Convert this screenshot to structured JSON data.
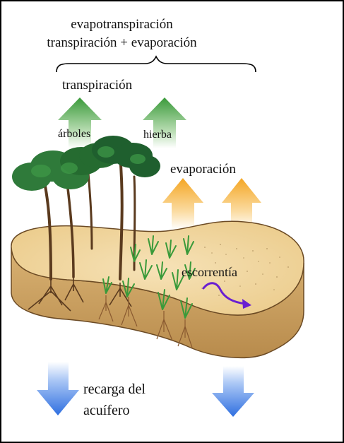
{
  "header": {
    "line1": "evapotranspiración",
    "line2": "transpiración + evaporación"
  },
  "labels": {
    "transpiration": "transpiración",
    "trees": "árboles",
    "grass": "hierba",
    "evaporation": "evaporación",
    "runoff": "escorrentía",
    "recharge_line1": "recarga del",
    "recharge_line2": "acuífero"
  },
  "colors": {
    "transpiration_arrow": "#3a9a3a",
    "evaporation_arrow": "#f4a623",
    "recharge_arrow": "#2f6fe0",
    "runoff_arrow": "#6a1fd1",
    "soil_top": "#f3d9a4",
    "soil_side": "#c99e5d"
  }
}
